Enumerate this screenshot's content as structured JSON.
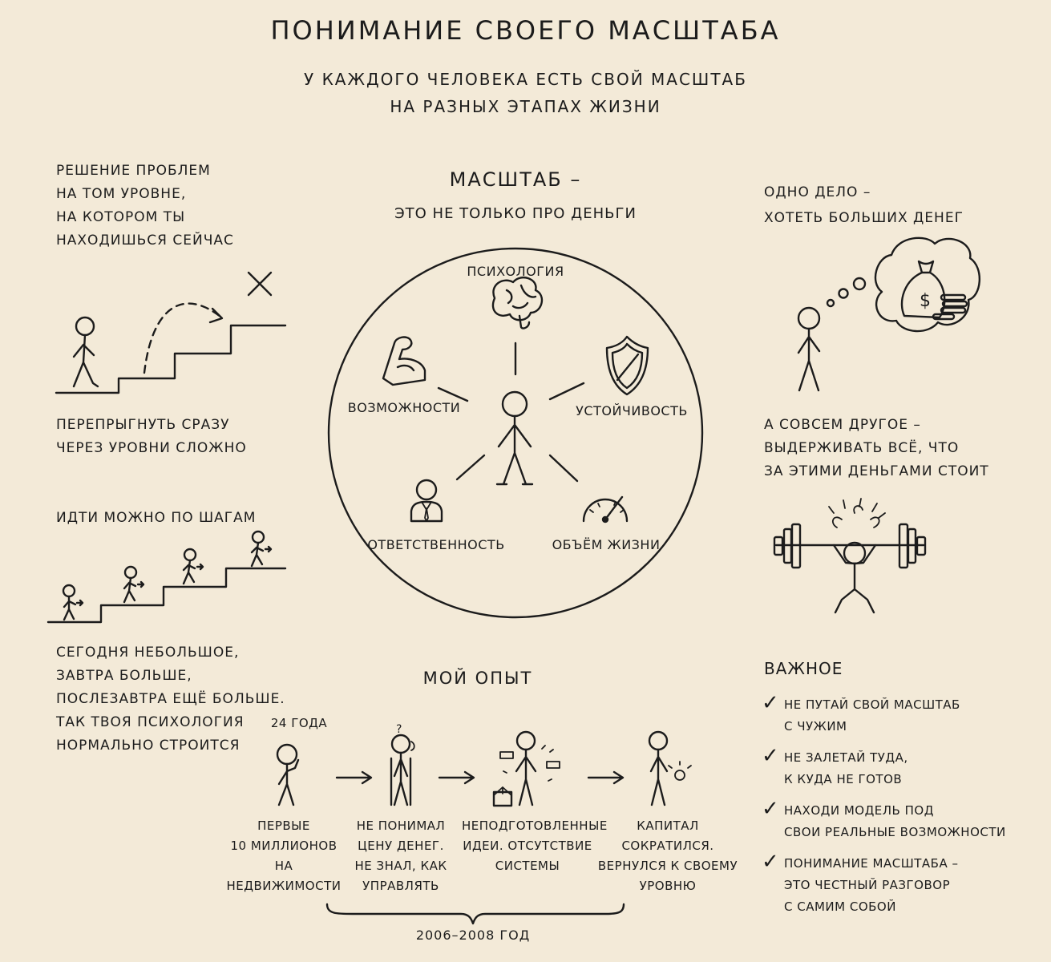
{
  "header": {
    "title": "Понимание своего масштаба",
    "subtitle": "У каждого человека есть свой масштаб\nна разных этапах жизни"
  },
  "left": {
    "block1": "Решение проблем\nна том уровне,\nна котором ты\nнаходишься сейчас",
    "block2": "Перепрыгнуть сразу\nчерез уровни сложно",
    "block3": "Идти можно по шагам",
    "block4": "Сегодня небольшое,\nзавтра больше,\nпослезавтра ещё больше.\nТак твоя психология\nнормально строится"
  },
  "center": {
    "heading": "Масштаб –",
    "subheading": "это не только про деньги",
    "labels": {
      "psychology": "Психология",
      "capabilities": "Возможности",
      "stability": "Устойчивость",
      "responsibility": "Ответственность",
      "life_volume": "Объём жизни"
    }
  },
  "right": {
    "block1": "Одно дело –\nхотеть больших денег",
    "block2": "А совсем другое –\nвыдерживать всё, что\nза этими деньгами стоит",
    "important_title": "Важное",
    "important_items": [
      "Не путай свой масштаб\nс чужим",
      "Не залетай туда,\nк куда не готов",
      "Находи модель под\nсвои реальные возможности",
      "Понимание масштаба –\nэто честный разговор\nс самим собой"
    ]
  },
  "experience": {
    "title": "Мой опыт",
    "age": "24 года",
    "steps": [
      "Первые\n10 миллионов\nна недвижимости",
      "Не понимал\nцену денег.\nНе знал, как\nуправлять",
      "Неподготовленные\nидеи. Отсутствие\nсистемы",
      "Капитал сократился.\nВернулся к своему\nуровню"
    ],
    "period": "2006–2008 год"
  },
  "icons": {
    "check": "✓",
    "dollar": "$",
    "cross": "✕",
    "question": "?"
  }
}
